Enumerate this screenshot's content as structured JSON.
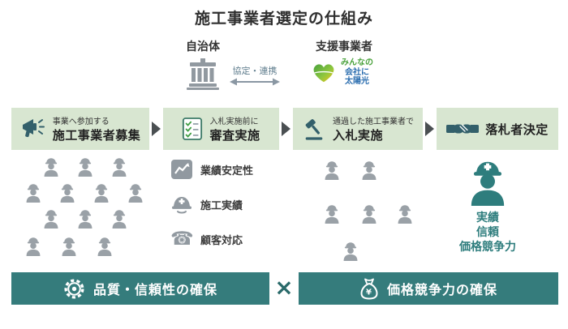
{
  "title": "施工事業者選定の仕組み",
  "header": {
    "municipality": "自治体",
    "cooperation_label": "協定・連携",
    "supporter": "支援事業者",
    "logo_lines": [
      "みんなの",
      "会社に",
      "太陽光"
    ]
  },
  "steps": [
    {
      "pre": "事業へ参加する",
      "main": "施工事業者募集",
      "icon": "megaphone-icon"
    },
    {
      "pre": "入札実施前に",
      "main": "審査実施",
      "icon": "checklist-icon"
    },
    {
      "pre": "通過した施工事業者で",
      "main": "入札実施",
      "icon": "gavel-icon"
    },
    {
      "pre": "",
      "main": "落札者決定",
      "icon": "handshake-icon"
    }
  ],
  "criteria": [
    {
      "label": "業績安定性",
      "icon": "chart-icon"
    },
    {
      "label": "施工実績",
      "icon": "helmet-icon"
    },
    {
      "label": "顧客対応",
      "icon": "phone-icon"
    }
  ],
  "icons": {
    "phone_glyph": "☎"
  },
  "clusters": {
    "candidate_workers": 13,
    "passed_workers": 6,
    "winner_workers": 1
  },
  "winner_traits": [
    "実績",
    "信頼",
    "価格競争力"
  ],
  "bottom": {
    "left_banner": "品質・信頼性の確保",
    "multiply_sign": "×",
    "right_banner": "価格競争力の確保"
  },
  "colors": {
    "teal": "#357C7C",
    "step_green": "#D8E6D1",
    "icon_gray": "#9199A0",
    "icon_dark": "#33606B"
  }
}
